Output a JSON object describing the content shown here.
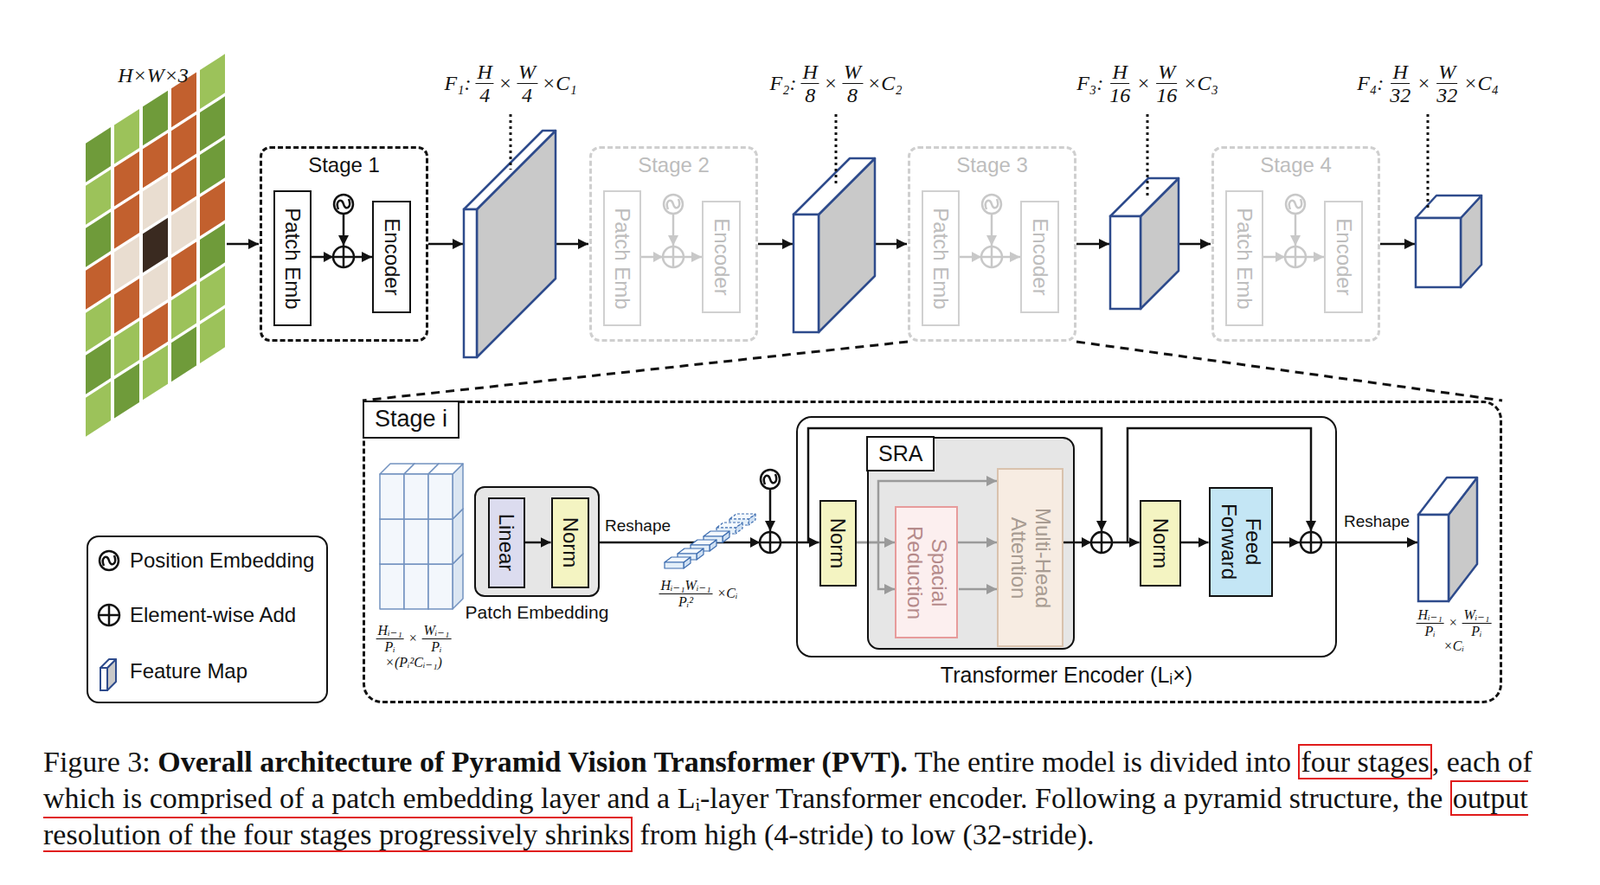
{
  "diagram": {
    "caption": "Figure 3: Overall architecture of Pyramid Vision Transformer (PVT). The entire model is divided into four stages, each of which is comprised of a patch embedding layer and a Lᵢ-layer Transformer encoder. Following a pyramid structure, the output resolution of the four stages progressively shrinks from high (4-stride) to low (32-stride).",
    "nodes": [
      {
        "text": [
          "Stage 1"
        ]
      },
      {
        "text": [
          "Patch Emb"
        ],
        "in": 0
      },
      {
        "text": [
          "Encoder"
        ],
        "in": 0
      },
      {
        "text": [
          "Stage 2"
        ]
      },
      {
        "text": [
          "Patch Emb"
        ],
        "in": 3
      },
      {
        "text": [
          "Encoder"
        ],
        "in": 3
      },
      {
        "text": [
          "Stage 3"
        ]
      },
      {
        "text": [
          "Patch Emb"
        ],
        "in": 6
      },
      {
        "text": [
          "Encoder"
        ],
        "in": 6
      },
      {
        "text": [
          "Stage 4"
        ]
      },
      {
        "text": [
          "Patch Emb"
        ],
        "in": 9
      },
      {
        "text": [
          "Encoder"
        ],
        "in": 9
      },
      {
        "text": [
          "Stage i"
        ]
      },
      {
        "text": [
          "Patch Embedding"
        ],
        "in": 12
      },
      {
        "text": [
          "Linear"
        ],
        "in": 13
      },
      {
        "text": [
          "Norm"
        ],
        "in": 13
      },
      {
        "text": [
          "Transformer Encoder (Lᵢ×)"
        ],
        "in": 12
      },
      {
        "text": [
          "Norm"
        ],
        "in": 16
      },
      {
        "text": [
          "SRA"
        ],
        "in": 16
      },
      {
        "text": [
          "Spacial Reduction"
        ],
        "in": 18
      },
      {
        "text": [
          "Multi-Head Attention"
        ],
        "in": 18
      },
      {
        "text": [
          "Norm"
        ],
        "in": 16
      },
      {
        "text": [
          "Feed Forward"
        ],
        "in": 16
      }
    ],
    "edges": [
      {
        "from": 1,
        "to": 2,
        "arrow": "to"
      },
      {
        "from": 4,
        "to": 5,
        "arrow": "to"
      },
      {
        "from": 7,
        "to": 8,
        "arrow": "to"
      },
      {
        "from": 10,
        "to": 11,
        "arrow": "to"
      },
      {
        "from": 14,
        "to": 15,
        "arrow": "to"
      },
      {
        "from": 13,
        "to": 17,
        "arrow": "to",
        "label": "Reshape"
      },
      {
        "from": 17,
        "to": 19,
        "arrow": "to"
      },
      {
        "from": 17,
        "to": 20,
        "arrow": "to"
      },
      {
        "from": 19,
        "to": 20,
        "arrow": "to"
      },
      {
        "from": 20,
        "to": 21,
        "arrow": "to"
      },
      {
        "from": 21,
        "to": 22,
        "arrow": "to"
      }
    ],
    "labels": [
      "H×W×3",
      "F₁:",
      "H",
      "4",
      "×",
      "W",
      "4",
      "×C₁",
      "F₂:",
      "H",
      "8",
      "×",
      "W",
      "8",
      "×C₂",
      "F₃:",
      "H",
      "16",
      "×",
      "W",
      "16",
      "×C₃",
      "F₄:",
      "H",
      "32",
      "×",
      "W",
      "32",
      "×C₄",
      "Hᵢ₋₁",
      "Pᵢ",
      "×",
      "Wᵢ₋₁",
      "Pᵢ",
      "×(Pᵢ²Cᵢ₋₁)",
      "Hᵢ₋₁Wᵢ₋₁",
      "Pᵢ²",
      "×Cᵢ",
      "Reshape",
      "Hᵢ₋₁",
      "Pᵢ",
      "×",
      "Wᵢ₋₁",
      "Pᵢ",
      "×Cᵢ"
    ],
    "legend": [
      {
        "text": "Position Embedding"
      },
      {
        "text": "Element-wise Add"
      },
      {
        "text": "Feature Map"
      }
    ]
  }
}
